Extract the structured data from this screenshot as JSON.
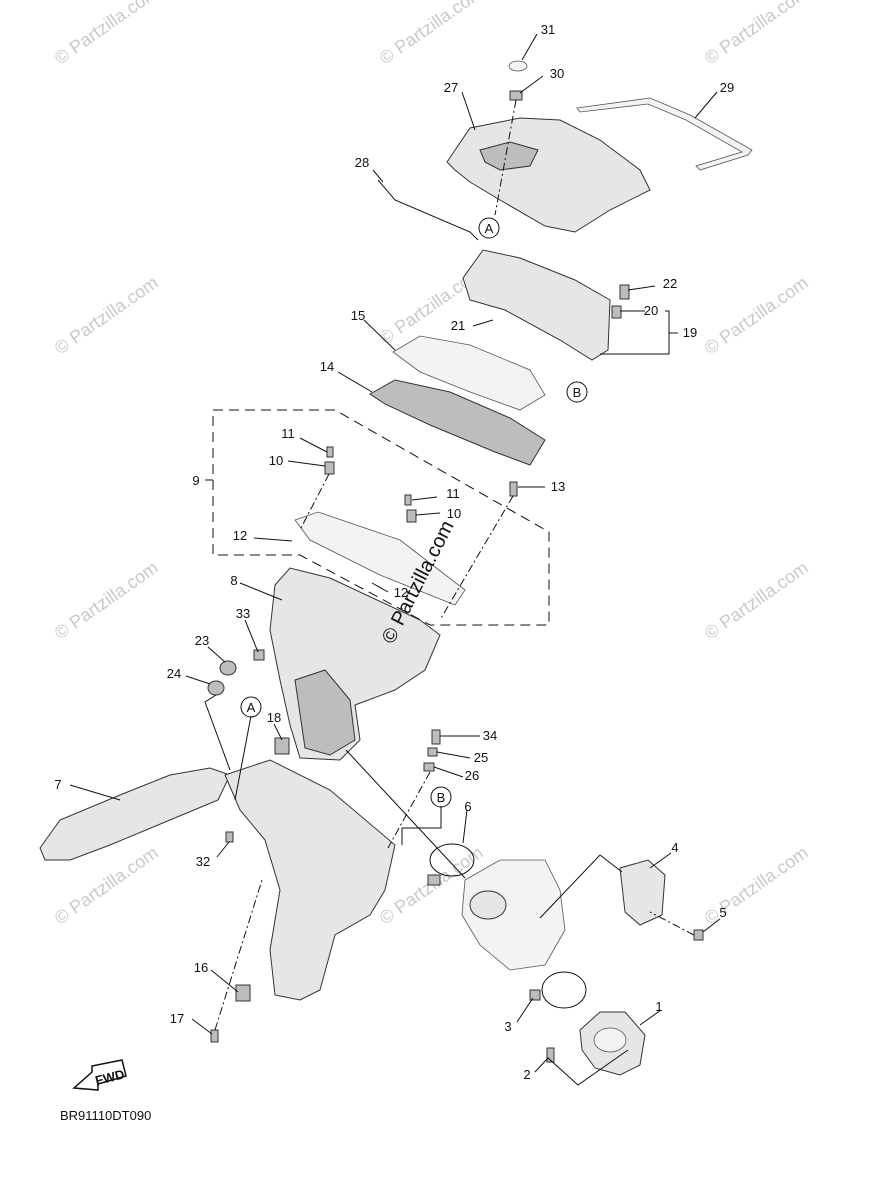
{
  "diagram_code": "BR91110DT090",
  "fwd_label": "FWD",
  "watermark": "© Partzilla.com",
  "center_watermark": "© Partzilla.com",
  "callouts": {
    "a": "A",
    "b": "B"
  },
  "labels": {
    "p1": "1",
    "p2": "2",
    "p3": "3",
    "p4": "4",
    "p5": "5",
    "p6": "6",
    "p7": "7",
    "p8": "8",
    "p9": "9",
    "p10a": "10",
    "p10b": "10",
    "p11a": "11",
    "p11b": "11",
    "p12a": "12",
    "p12b": "12",
    "p13": "13",
    "p14": "14",
    "p15": "15",
    "p16": "16",
    "p17": "17",
    "p18": "18",
    "p19": "19",
    "p20": "20",
    "p21": "21",
    "p22": "22",
    "p23": "23",
    "p24": "24",
    "p25": "25",
    "p26": "26",
    "p27": "27",
    "p28": "28",
    "p29": "29",
    "p30": "30",
    "p31": "31",
    "p32": "32",
    "p33": "33",
    "p34": "34"
  }
}
